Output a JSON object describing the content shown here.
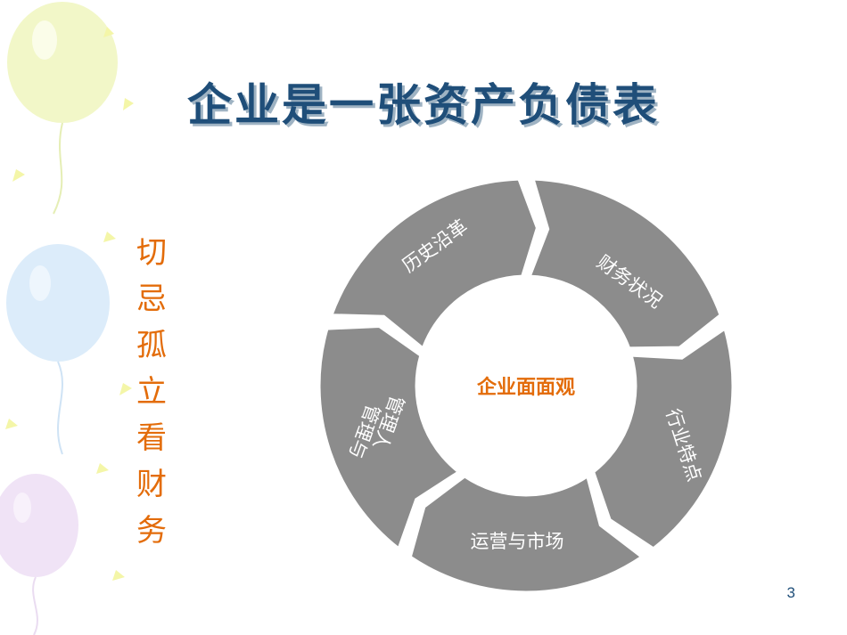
{
  "slide": {
    "title": "企业是一张资产负债表",
    "side_phrase": [
      "切",
      "忌",
      "孤",
      "立",
      "看",
      "财",
      "务"
    ],
    "page_number": "3"
  },
  "cycle": {
    "center_label": "企业面面观",
    "segments": [
      {
        "label": "历史沿革"
      },
      {
        "label": "财务状况"
      },
      {
        "label": "行业特点"
      },
      {
        "label": "运营与市场"
      },
      {
        "label_lines": [
          "管理与",
          "管理人"
        ]
      }
    ]
  },
  "colors": {
    "title": "#1f4e79",
    "title_shadow": "#9fb3c3",
    "side_phrase": "#e36c0a",
    "segment_fill": "#8c8c8c",
    "segment_text": "#ffffff",
    "center_text": "#e36c0a",
    "page_number": "#1f4e79"
  }
}
